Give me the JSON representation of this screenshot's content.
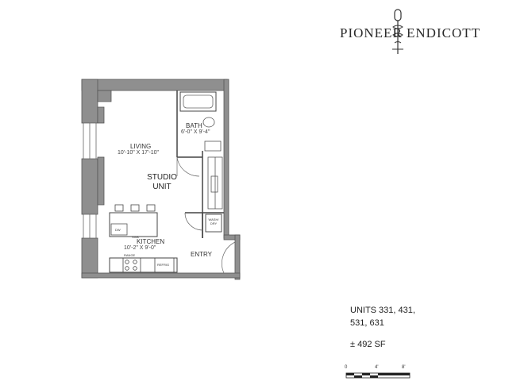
{
  "brand": {
    "left": "PIONEER",
    "right": "ENDICOTT"
  },
  "plan": {
    "living": {
      "label": "LIVING",
      "dim": "10'-10\" X 17'-10\""
    },
    "bath": {
      "label": "BATH",
      "dim": "6'-0\" X 9'-4\""
    },
    "studio": {
      "line1": "STUDIO",
      "line2": "UNIT"
    },
    "kitchen": {
      "label": "KITCHEN",
      "dim": "10'-2\" X 9'-0\""
    },
    "entry": "ENTRY",
    "washdry": {
      "line1": "WASH/",
      "line2": "DRY"
    },
    "range": "RANGE",
    "refrig": "REFRIG",
    "sink": "SINK",
    "dw": "DW"
  },
  "units": {
    "line1": "UNITS 331, 431,",
    "line2": "531, 631"
  },
  "area": "± 492 SF",
  "scale": {
    "tick0": "0",
    "tick1": "4'",
    "tick2": "8'"
  }
}
